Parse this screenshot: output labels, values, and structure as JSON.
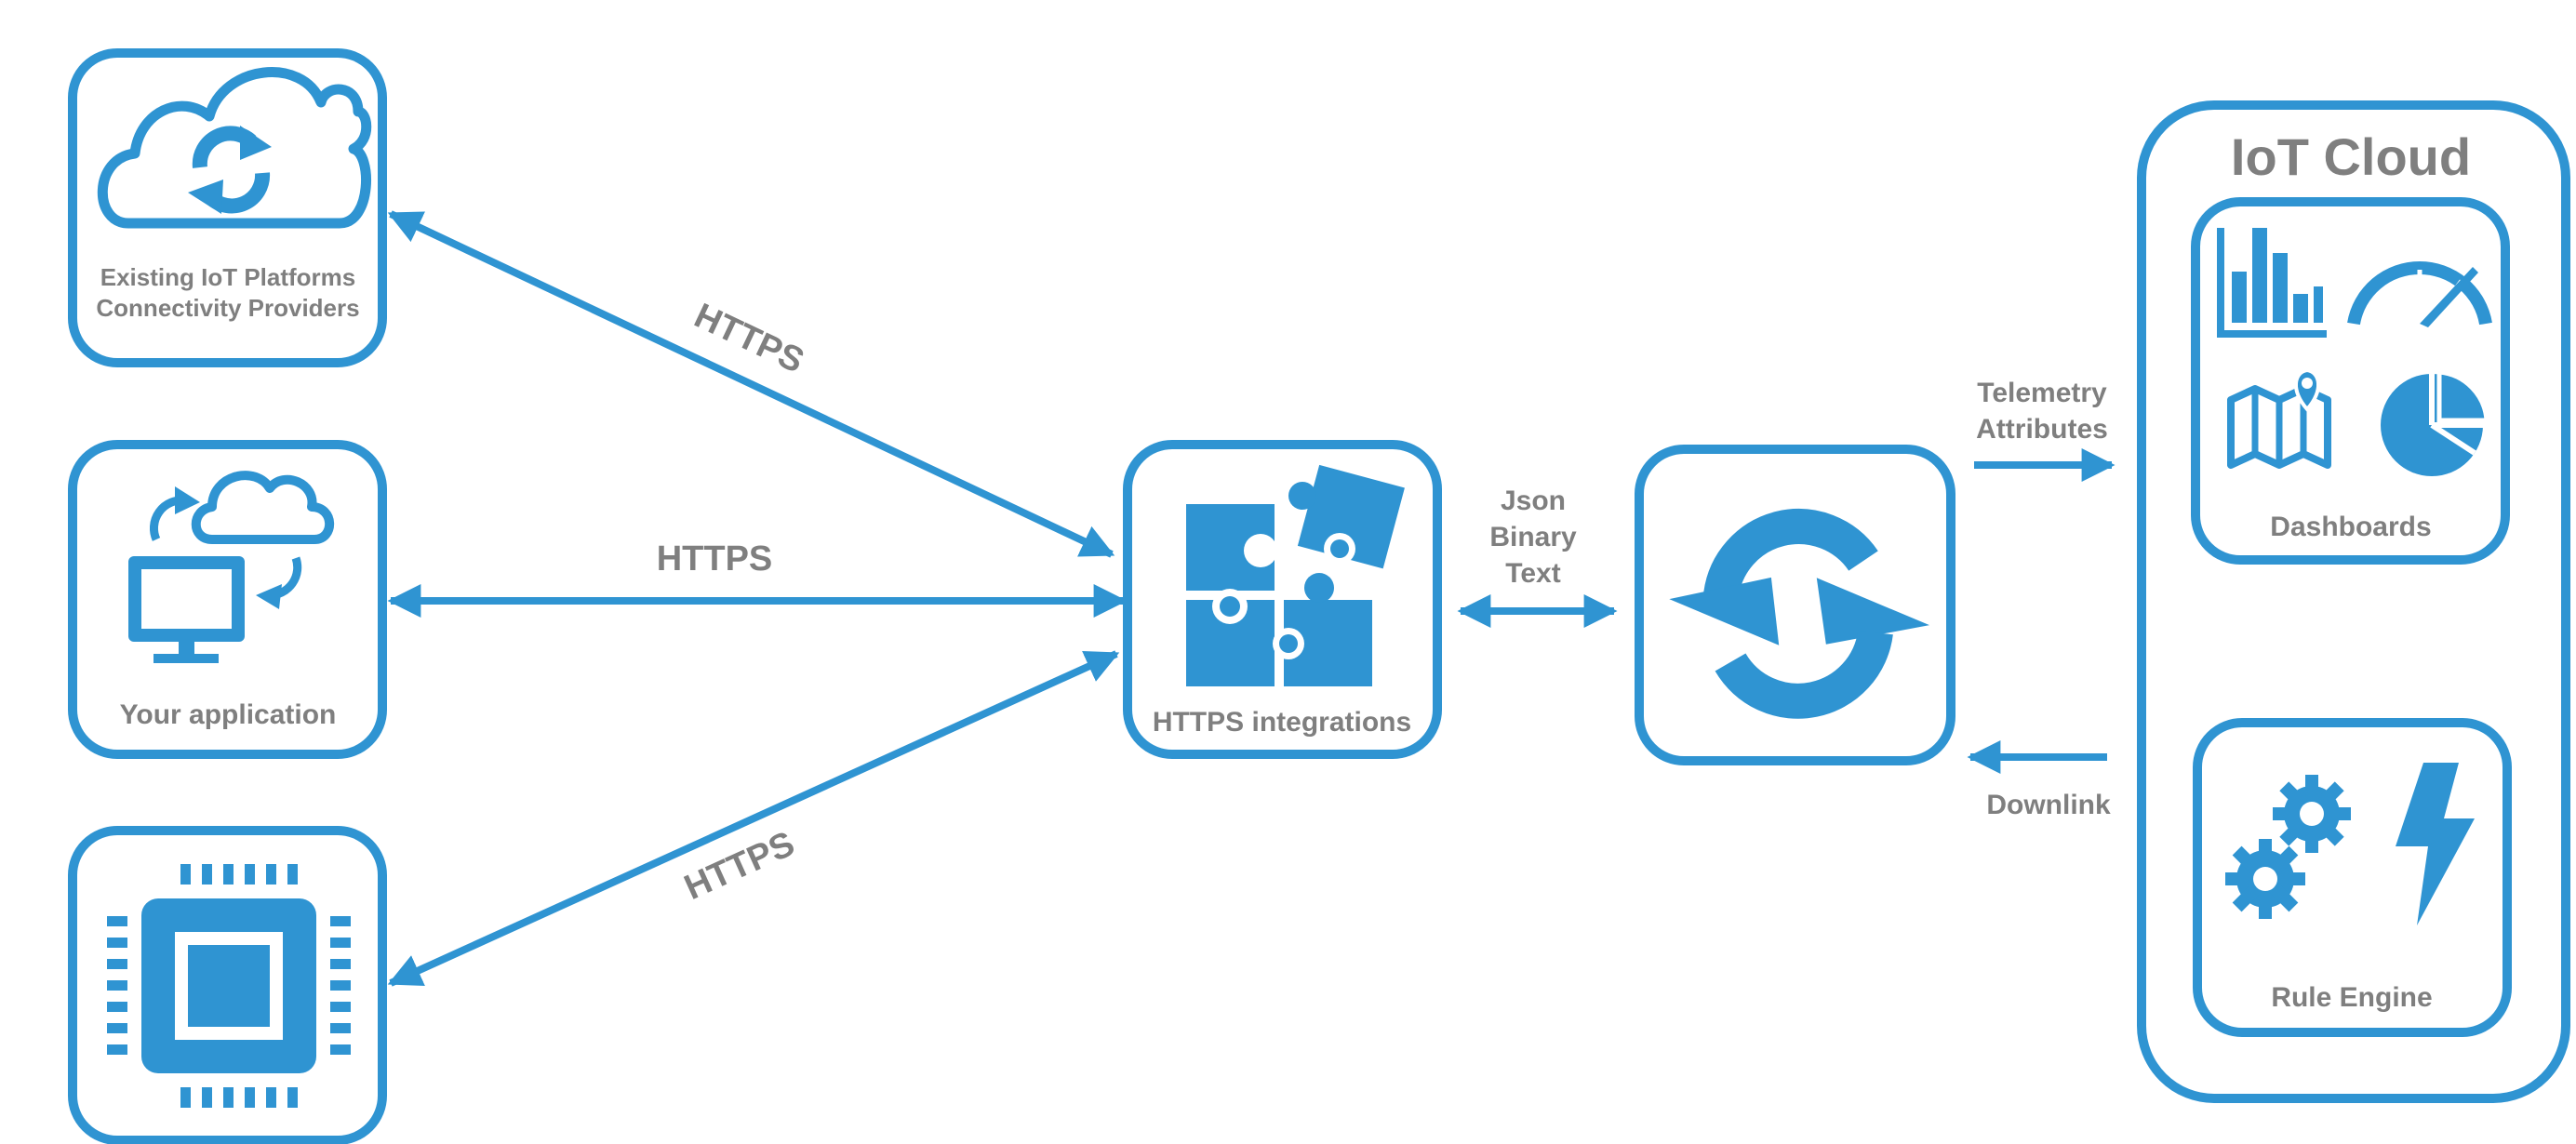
{
  "colors": {
    "accent": "#2f94d2",
    "label_gray": "#7f7f7f",
    "background": "#ffffff"
  },
  "nodes": {
    "existing_platforms": {
      "label_line1": "Existing IoT Platforms",
      "label_line2": "Connectivity Providers",
      "icon": "cloud-sync-icon"
    },
    "your_application": {
      "label": "Your application",
      "icon": "monitor-cloud-sync-icon"
    },
    "device": {
      "icon": "microchip-icon"
    },
    "https_integrations": {
      "label": "HTTPS integrations",
      "icon": "puzzle-icon"
    },
    "converter": {
      "icon": "sync-arrows-icon"
    },
    "iot_cloud": {
      "title": "IoT Cloud",
      "dashboards": {
        "label": "Dashboards",
        "icons": [
          "bar-chart-icon",
          "gauge-icon",
          "map-icon",
          "pie-chart-icon"
        ]
      },
      "rule_engine": {
        "label": "Rule Engine",
        "icons": [
          "gears-icon",
          "lightning-icon"
        ]
      }
    }
  },
  "connections": {
    "top_protocol": "HTTPS",
    "middle_protocol": "HTTPS",
    "bottom_protocol": "HTTPS",
    "formats": [
      "Json",
      "Binary",
      "Text"
    ],
    "uplink": [
      "Telemetry",
      "Attributes"
    ],
    "downlink": "Downlink"
  }
}
